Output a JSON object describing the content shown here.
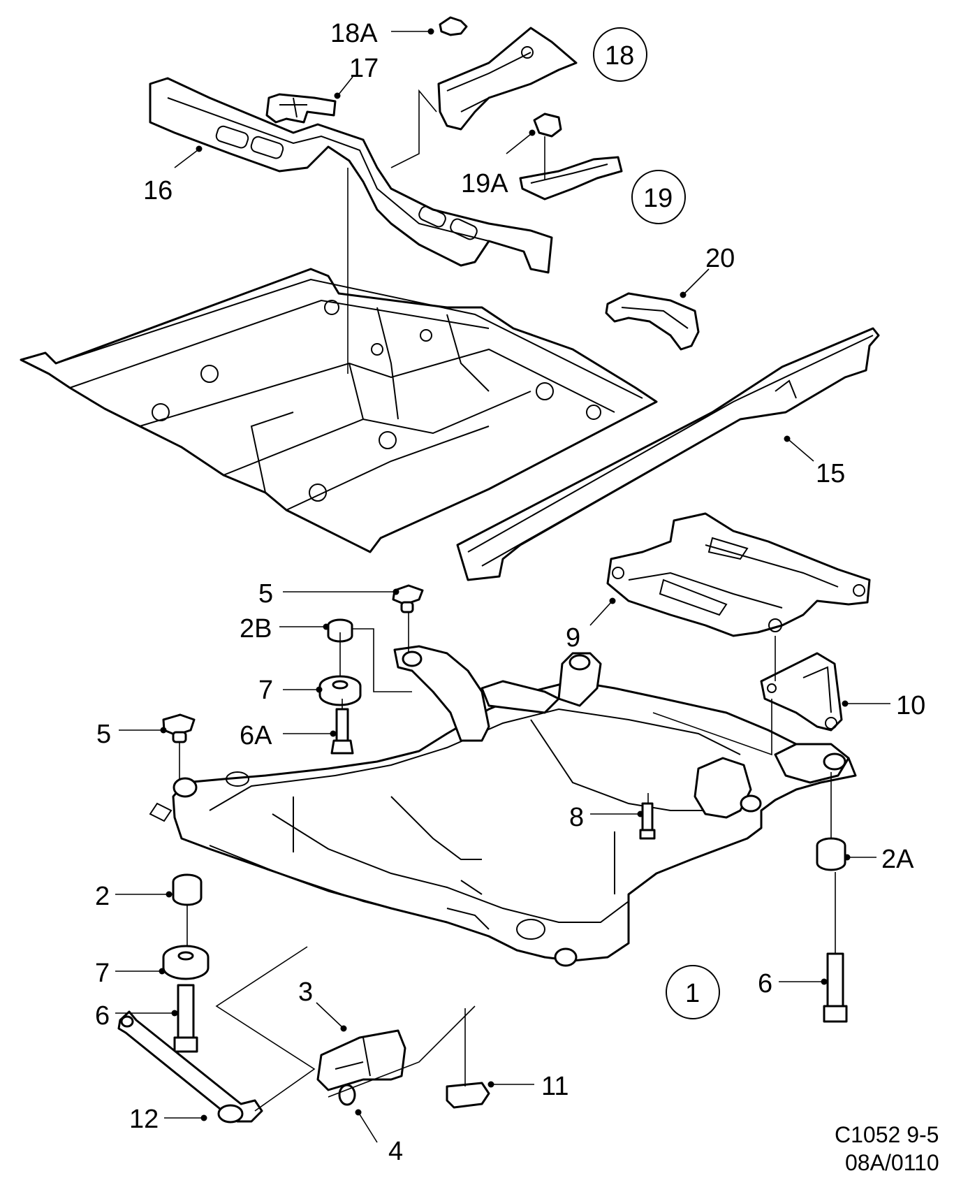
{
  "labels": {
    "l18A": "18A",
    "l17": "17",
    "l18": "18",
    "l16": "16",
    "l19A": "19A",
    "l19": "19",
    "l20": "20",
    "l15": "15",
    "l5a": "5",
    "l2B": "2B",
    "l9": "9",
    "l7a": "7",
    "l10": "10",
    "l5b": "5",
    "l6A": "6A",
    "l8": "8",
    "l2A": "2A",
    "l2": "2",
    "l7b": "7",
    "l6a": "6",
    "l1": "1",
    "l6b": "6",
    "l3": "3",
    "l11": "11",
    "l4": "4",
    "l12": "12"
  },
  "footer": {
    "line1": "C1052 9-5",
    "line2": "08A/0110"
  }
}
